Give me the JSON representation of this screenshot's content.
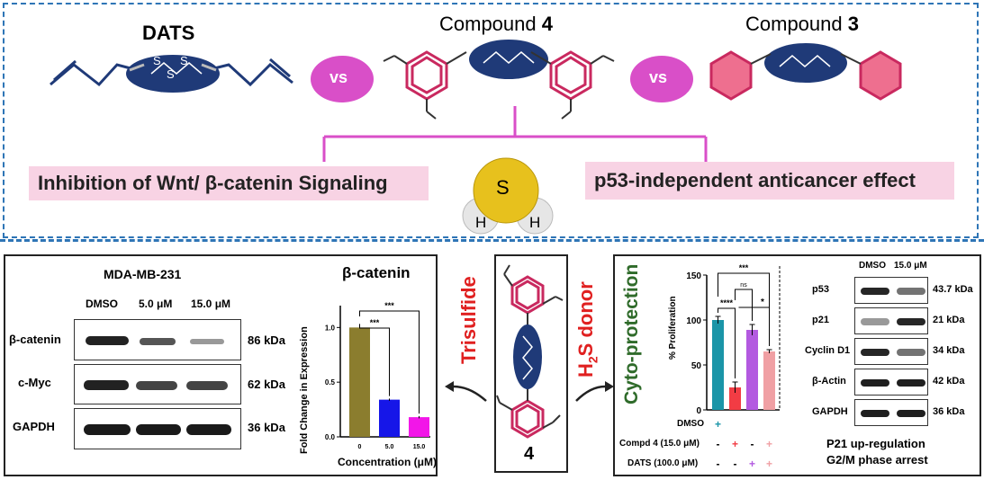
{
  "top": {
    "dats_title": "DATS",
    "compound4_prefix": "Compound ",
    "compound4_num": "4",
    "compound3_prefix": "Compound ",
    "compound3_num": "3",
    "vs1": "vs",
    "vs2": "vs",
    "left_effect": "Inhibition of Wnt/ β-catenin Signaling",
    "right_effect": "p53-independent anticancer effect",
    "h2s_S": "S",
    "h2s_H1": "H",
    "h2s_H2": "H",
    "s_atom": "S"
  },
  "left_panel": {
    "blot_title": "MDA-MB-231",
    "columns": [
      "DMSO",
      "5.0 μM",
      "15.0 μM"
    ],
    "rows": [
      {
        "name": "β-catenin",
        "kda": "86 kDa"
      },
      {
        "name": "c-Myc",
        "kda": "62 kDa"
      },
      {
        "name": "GAPDH",
        "kda": "36 kDa"
      }
    ]
  },
  "chart_data": [
    {
      "type": "bar",
      "title": "β-catenin",
      "categories": [
        "0",
        "5.0",
        "15.0"
      ],
      "values": [
        1.0,
        0.34,
        0.18
      ],
      "errors": [
        0.0,
        0.01,
        0.01
      ],
      "colors": [
        "#8b7d2e",
        "#1616e8",
        "#f216e8"
      ],
      "xlabel": "Concentration (μM)",
      "ylabel": "Fold Change in Expression",
      "ylim": [
        0,
        1.2
      ],
      "yticks": [
        "0.0",
        "0.5",
        "1.0"
      ],
      "significance": [
        "***",
        "***"
      ]
    },
    {
      "type": "bar",
      "title": "Cyto-protection",
      "categories": [
        "DMSO",
        "Compd 4",
        "DATS",
        "Compd 4 + DATS"
      ],
      "values": [
        100,
        25,
        89,
        65
      ],
      "errors": [
        4,
        6,
        6,
        2
      ],
      "colors": [
        "#1a95a8",
        "#f23c44",
        "#b35ae0",
        "#f0a0a4"
      ],
      "ylabel": "% Proliferation",
      "ylim": [
        0,
        150
      ],
      "yticks": [
        "0",
        "50",
        "100",
        "150"
      ],
      "significance": [
        "****",
        "***",
        "ns",
        "*"
      ],
      "treatment_labels": [
        "DMSO",
        "Compd 4 (15.0 μM)",
        "DATS (100.0 μM)"
      ],
      "treatment_matrix": [
        [
          "+",
          "",
          "",
          ""
        ],
        [
          "-",
          "+",
          "-",
          "+"
        ],
        [
          "-",
          "-",
          "+",
          "+"
        ]
      ]
    }
  ],
  "middle": {
    "trisulfide": "Trisulfide",
    "h2s_donor_pre": "H",
    "h2s_donor_sub": "2",
    "h2s_donor_post": "S donor",
    "compound_number": "4"
  },
  "right_panel": {
    "columns": [
      "DMSO",
      "15.0 μM"
    ],
    "rows": [
      {
        "name": "p53",
        "kda": "43.7 kDa"
      },
      {
        "name": "p21",
        "kda": "21 kDa"
      },
      {
        "name": "Cyclin D1",
        "kda": "34 kDa"
      },
      {
        "name": "β-Actin",
        "kda": "42 kDa"
      },
      {
        "name": "GAPDH",
        "kda": "36 kDa"
      }
    ],
    "conclusion_1": "P21 up-regulation",
    "conclusion_2": "G2/M phase arrest"
  },
  "colors": {
    "dashed_frame": "#2e75b6",
    "ring": "#c9295f",
    "ellipse": "#1f3a78",
    "vs_bubble": "#d94fc8",
    "pink_box": "#f8d3e4",
    "red_text": "#e02020",
    "green_text": "#2f6b2a"
  }
}
